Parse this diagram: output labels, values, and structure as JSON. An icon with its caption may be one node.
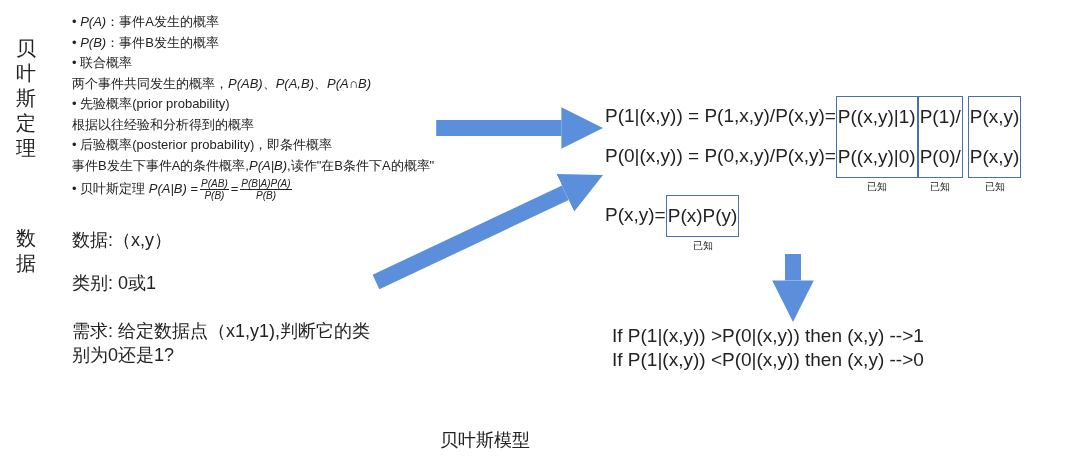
{
  "diagram": {
    "caption": "贝叶斯模型",
    "nodes": [
      {
        "text": [
          "• *P(A)*：事件A发生的概率",
          "• *P(B)*：事件B发生的概率",
          "• 联合概率",
          "两个事件共同发生的概率，*P(AB)*、*P(A,B)*、*P(A∩B)*",
          "• 先验概率(prior probability)",
          "根据以往经验和分析得到的概率",
          "• 后验概率(posterior probability)，即条件概率",
          "事件B发生下事件A的条件概率,*P(A|B)*,读作\"在B条件下A的概率\"",
          "• 贝叶斯定理 *P(A|B)* =",
          "*P(AB)*",
          "*P(B)*",
          "=",
          "*P(B|A)P(A)*",
          "*P(B)*"
        ]
      },
      {
        "text": [
          "数据:（x,y）",
          "类别: 0或1",
          "需求: 给定数据点（x1,y1),判断它的类别为0还是1?"
        ]
      },
      {
        "text": [
          "P(1|(x,y)) = P(1,x,y)/P(x,y)=",
          "P(0|(x,y)) = P(0,x,y)/P(x,y)=",
          "P(x,y)="
        ]
      },
      {
        "text": [
          "P((x,y)|1)",
          "P((x,y)|0)"
        ],
        "in": 2,
        "beside": [
          "已知"
        ]
      },
      {
        "text": [
          "P(1)/",
          "P(0)/"
        ],
        "in": 2,
        "beside": [
          "已知"
        ]
      },
      {
        "text": [
          "P(x,y)",
          "P(x,y)"
        ],
        "in": 2,
        "beside": [
          "已知"
        ]
      },
      {
        "text": [
          "P(x)P(y)"
        ],
        "in": 2,
        "beside": [
          "已知"
        ]
      },
      {
        "text": [
          "If P(1|(x,y)) >P(0|(x,y)) then (x,y) -->1",
          "If P(1|(x,y)) <P(0|(x,y)) then (x,y) -->0"
        ]
      }
    ],
    "edges": [
      {
        "from": 0,
        "to": 2,
        "arrow": "to"
      },
      {
        "from": 1,
        "to": 2,
        "arrow": "to"
      },
      {
        "from": 2,
        "to": 7,
        "arrow": "to"
      }
    ],
    "labels": [
      "贝叶斯定理",
      "数据"
    ]
  }
}
